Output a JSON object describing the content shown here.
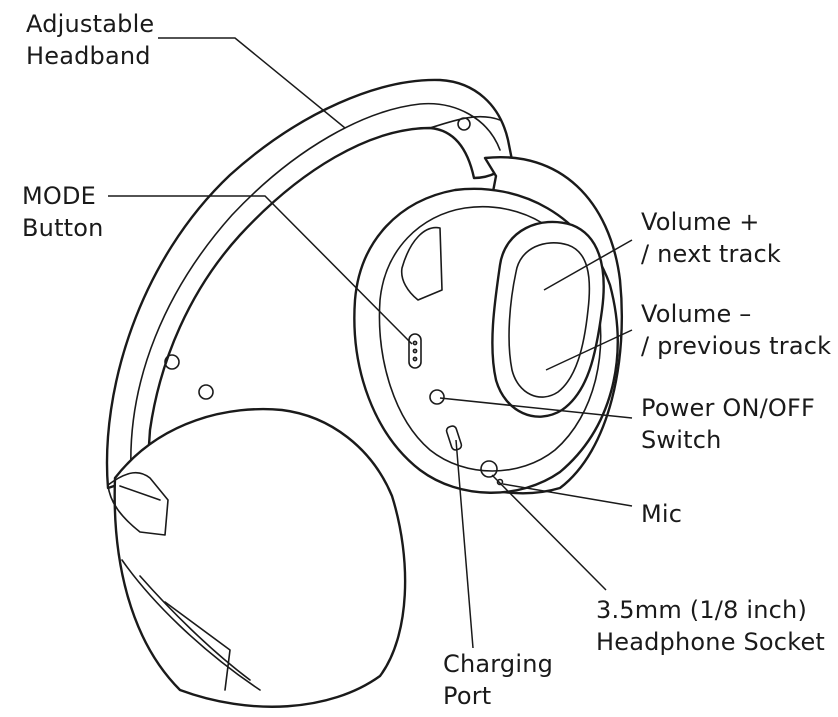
{
  "callouts": {
    "headband": {
      "line1": "Adjustable",
      "line2": "Headband"
    },
    "mode": {
      "line1": "MODE",
      "line2": "Button"
    },
    "volume_up": {
      "line1": "Volume +",
      "line2": "/ next track"
    },
    "volume_down": {
      "line1": "Volume –",
      "line2": "/ previous track"
    },
    "power": {
      "line1": "Power ON/OFF",
      "line2": "Switch"
    },
    "mic": {
      "line1": "Mic"
    },
    "socket": {
      "line1": "3.5mm (1/8 inch)",
      "line2": "Headphone Socket"
    },
    "charging": {
      "line1": "Charging",
      "line2": "Port"
    }
  },
  "colors": {
    "line": "#1a1a1a",
    "background": "#ffffff"
  }
}
